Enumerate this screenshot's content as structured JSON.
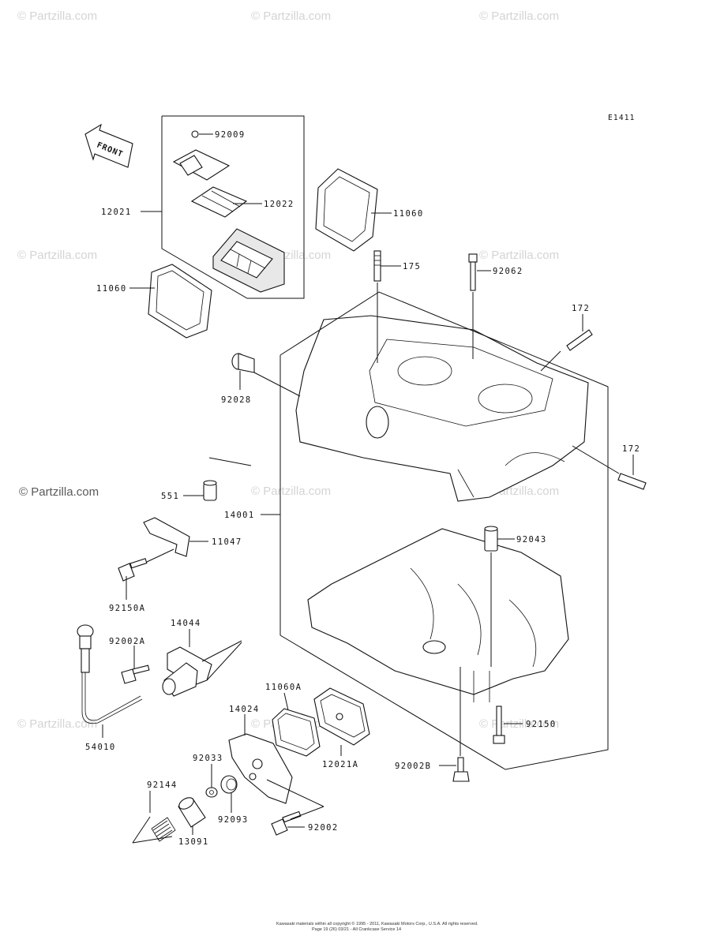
{
  "watermark": {
    "text": "© Partzilla.com",
    "featured_text": "© Partzilla.com"
  },
  "diagram": {
    "code": "E1411",
    "front_label": "FRONT"
  },
  "parts": {
    "p92009": "92009",
    "p12022": "12022",
    "p12021": "12021",
    "p11060_top": "11060",
    "p11060_left": "11060",
    "p175": "175",
    "p92062": "92062",
    "p172_top": "172",
    "p172_right": "172",
    "p92028": "92028",
    "p551": "551",
    "p14001": "14001",
    "p11047": "11047",
    "p92043": "92043",
    "p92150A": "92150A",
    "p92002A": "92002A",
    "p14044": "14044",
    "p11060A": "11060A",
    "p14024": "14024",
    "p54010": "54010",
    "p92150": "92150",
    "p92033": "92033",
    "p12021A": "12021A",
    "p92002B": "92002B",
    "p92144": "92144",
    "p92093": "92093",
    "p92002": "92002",
    "p13091": "13091"
  },
  "footer": {
    "line1": "Kawasaki materials within all copyright © 1995 - 2011, Kawasaki Motors Corp., U.S.A. All rights reserved.",
    "line2": "Page 19 (26) 03/21 - All Crankcase Service 14"
  }
}
